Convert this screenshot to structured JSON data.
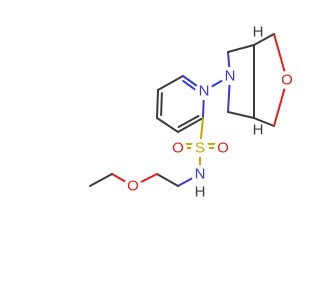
{
  "molecule": {
    "colors": {
      "carbon": "#3c3c3c",
      "nitrogen": "#3a3ad6",
      "oxygen": "#e0201b",
      "sulfur": "#c8a400",
      "hydrogen": "#3c3c3c"
    },
    "labels": {
      "pyridine_n": "N",
      "pyrrolidine_n": "N",
      "furan_o": "O",
      "sulfonyl_s": "S",
      "sulfonyl_o_top": "O",
      "sulfonyl_o_bottom": "O",
      "amide_nh": "N",
      "amide_h": "H",
      "ether_o": "O",
      "stereo_h_top": "H",
      "stereo_h_bottom": "H"
    }
  }
}
